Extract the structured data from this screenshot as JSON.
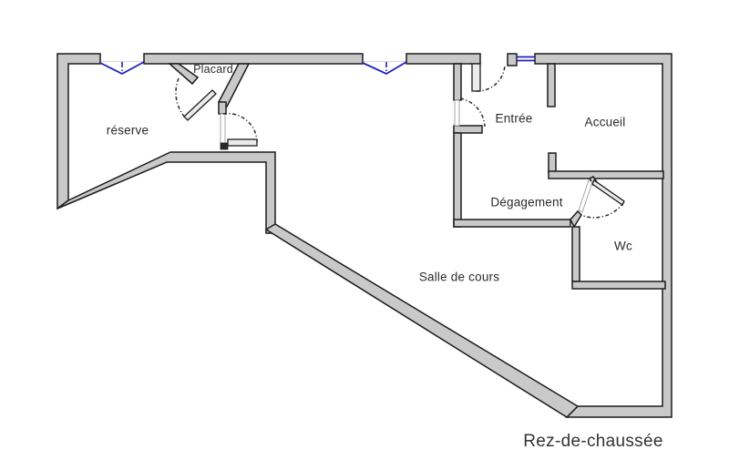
{
  "floor_plan": {
    "rooms": [
      {
        "id": "reserve",
        "label": "réserve"
      },
      {
        "id": "placard",
        "label": "Placard"
      },
      {
        "id": "entree",
        "label": "Entrée"
      },
      {
        "id": "accueil",
        "label": "Accueil"
      },
      {
        "id": "degagement",
        "label": "Dégagement"
      },
      {
        "id": "wc",
        "label": "Wc"
      },
      {
        "id": "salle_de_cours",
        "label": "Salle de cours"
      }
    ],
    "floor_label": "Rez-de-chaussée",
    "features": {
      "windows": 3,
      "doors": 5
    }
  },
  "theme": {
    "background": "#ffffff",
    "wall_fill": "#c9c9c9",
    "wall_edge": "#1c1c1c",
    "window_color": "#2121bb",
    "door_swing_color": "#2a2a2a",
    "door_leaf_fill": "#ececec",
    "closed_door_line": "#a6a6a6",
    "label_color": "#2b2b2b"
  }
}
